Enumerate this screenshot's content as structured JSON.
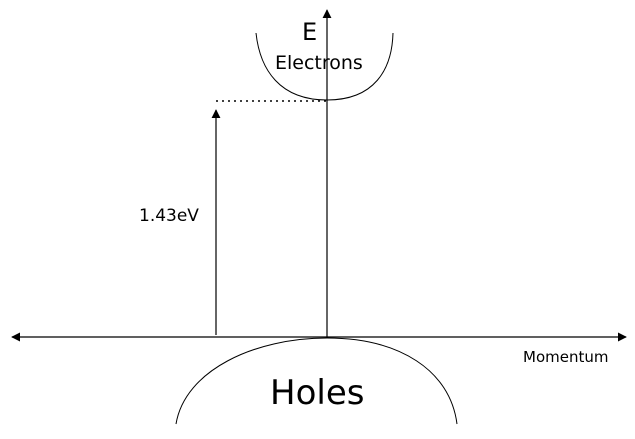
{
  "diagram": {
    "axis_y_label": "E",
    "conduction_band_label": "Electrons",
    "valence_band_label": "Holes",
    "axis_x_label": "Momentum",
    "band_gap_label": "1.43eV"
  }
}
